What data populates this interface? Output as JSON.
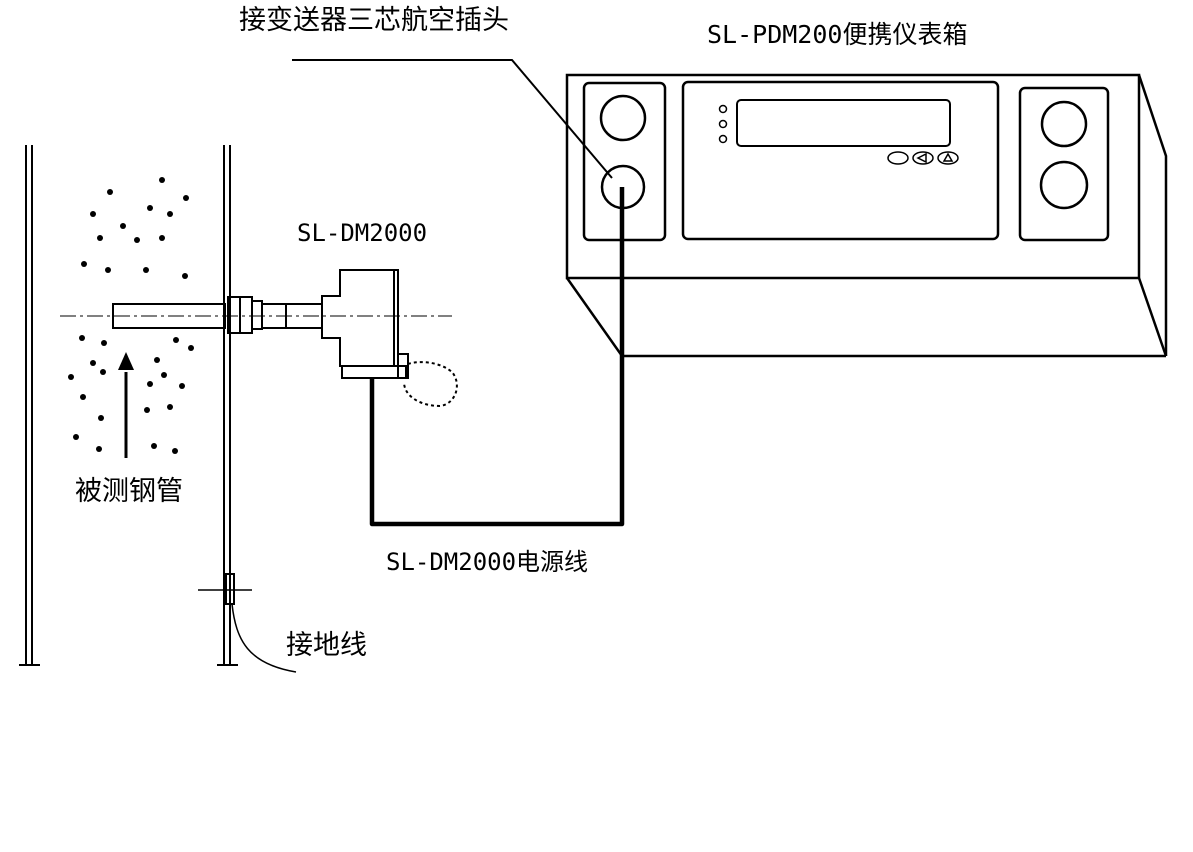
{
  "labels": {
    "connector": "接变送器三芯航空插头",
    "instrument_box": "SL-PDM200便携仪表箱",
    "sensor": "SL-DM2000",
    "pipe": "被测钢管",
    "power_cable": "SL-DM2000电源线",
    "ground_wire": "接地线"
  },
  "colors": {
    "line": "#000000",
    "background": "#ffffff"
  }
}
